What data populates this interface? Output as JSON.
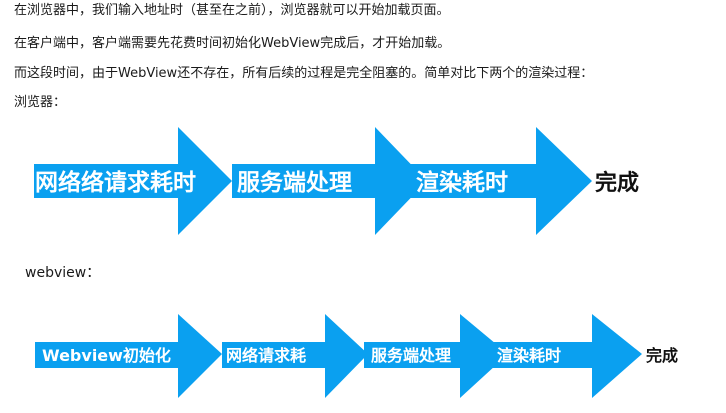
{
  "paragraphs": {
    "p1": "在浏览器中，我们输入地址时（甚至在之前），浏览器就可以开始加载页面。",
    "p2": "在客户端中，客户端需要先花费时间初始化WebView完成后，才开始加载。",
    "p3": "而这段时间，由于WebView还不存在，所有后续的过程是完全阻塞的。简单对比下两个的渲染过程：",
    "p4": "浏览器：",
    "p5": "webview："
  },
  "flow_browser": {
    "steps": [
      "网络络请求耗时",
      "服务端处理",
      "渲染耗时"
    ],
    "end_label": "完成"
  },
  "flow_webview": {
    "steps": [
      "Webview初始化",
      "网络请求耗",
      "服务端处理",
      "渲染耗时"
    ],
    "end_label": "完成"
  },
  "colors": {
    "arrow_fill": "#0aa0f0",
    "text": "#1a1a1a"
  }
}
